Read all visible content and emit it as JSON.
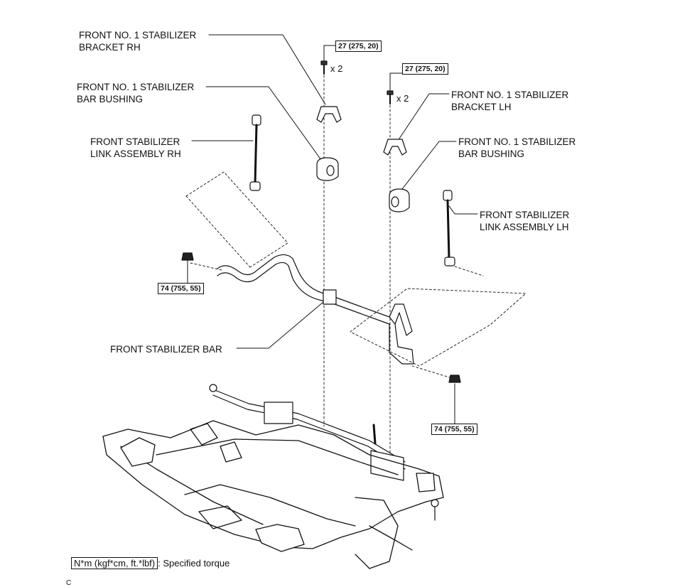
{
  "labels": {
    "bracket_rh": "FRONT NO. 1 STABILIZER\nBRACKET RH",
    "bushing_rh": "FRONT NO. 1 STABILIZER\nBAR BUSHING",
    "link_rh": "FRONT STABILIZER\nLINK ASSEMBLY RH",
    "bracket_lh": "FRONT NO. 1 STABILIZER\nBRACKET LH",
    "bushing_lh": "FRONT NO. 1 STABILIZER\nBAR BUSHING",
    "link_lh": "FRONT STABILIZER\nLINK ASSEMBLY LH",
    "stabilizer_bar": "FRONT STABILIZER BAR"
  },
  "torques": {
    "bolt_rh": "27 (275, 20)",
    "bolt_lh": "27 (275, 20)",
    "nut_rh": "74 (755, 55)",
    "nut_lh": "74 (755, 55)"
  },
  "quantities": {
    "bolt_rh": "x 2",
    "bolt_lh": "x 2"
  },
  "legend": {
    "unit": "N*m (kgf*cm, ft.*lbf)",
    "text": ": Specified torque"
  },
  "corner_code": "C"
}
